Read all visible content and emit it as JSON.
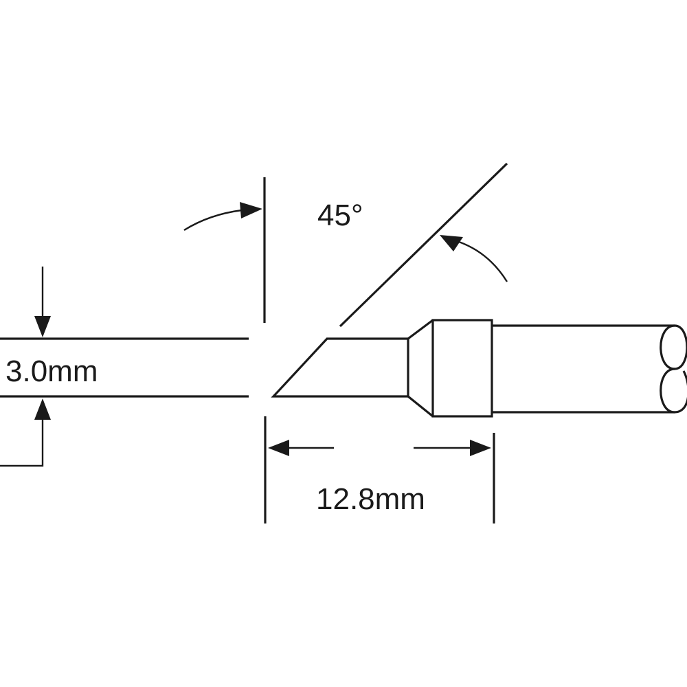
{
  "dimensions": {
    "angle_label": "45°",
    "tip_width_label": "3.0mm",
    "tip_length_label": "12.8mm"
  },
  "colors": {
    "line": "#1a1a1a",
    "background": "#ffffff"
  }
}
